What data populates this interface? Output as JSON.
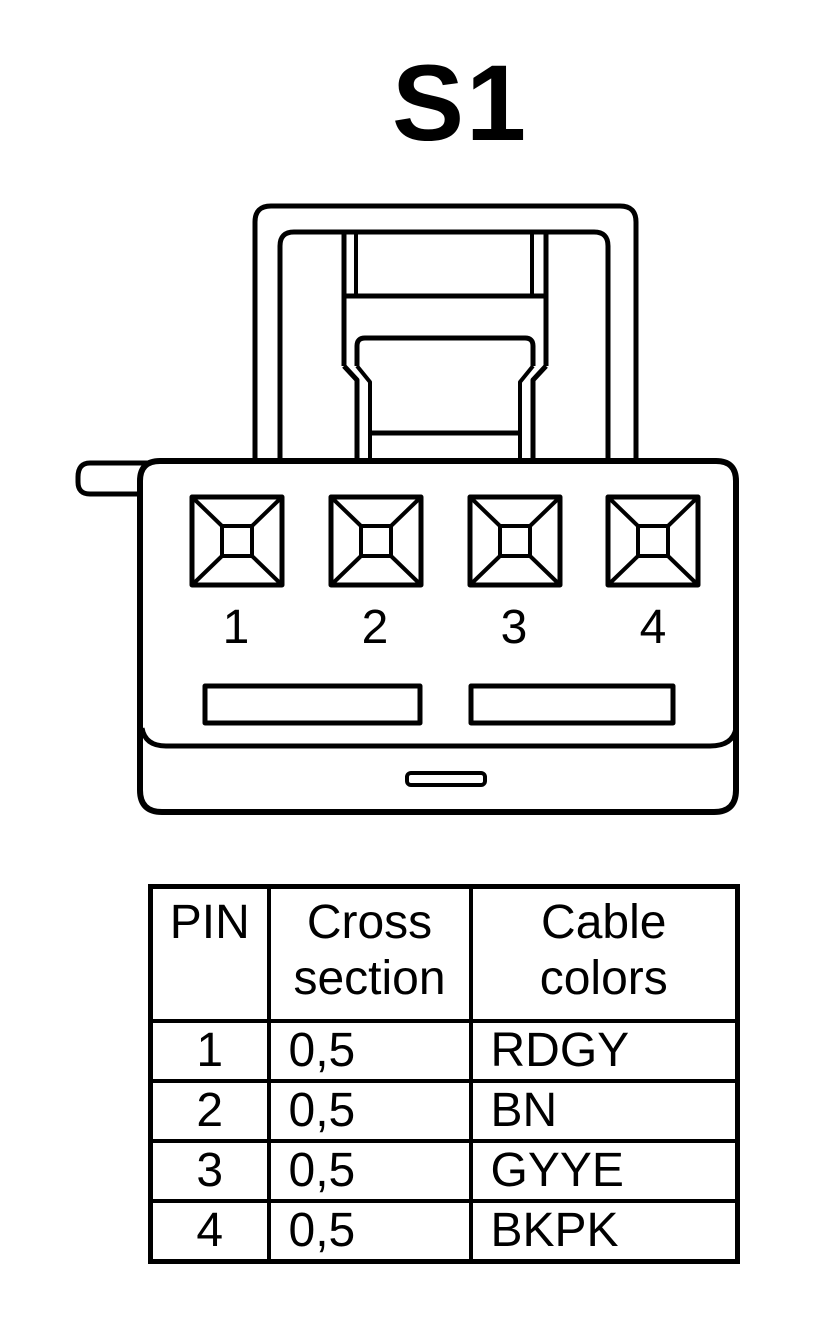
{
  "title": "S1",
  "pin_labels": [
    "1",
    "2",
    "3",
    "4"
  ],
  "table": {
    "headers": {
      "pin": "PIN",
      "cross_line1": "Cross",
      "cross_line2": "section",
      "colors_line1": "Cable",
      "colors_line2": "colors"
    },
    "rows": [
      {
        "pin": "1",
        "cross": "0,5",
        "color": "RDGY"
      },
      {
        "pin": "2",
        "cross": "0,5",
        "color": "BN"
      },
      {
        "pin": "3",
        "cross": "0,5",
        "color": "GYYE"
      },
      {
        "pin": "4",
        "cross": "0,5",
        "color": "BKPK"
      }
    ]
  }
}
